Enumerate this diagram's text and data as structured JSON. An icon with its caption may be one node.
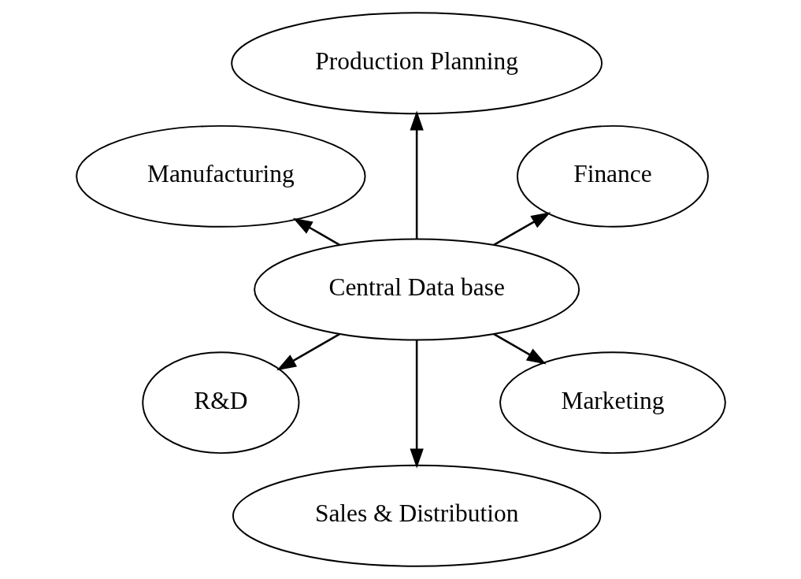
{
  "diagram": {
    "nodes": [
      {
        "text": [
          "Central Data base"
        ]
      },
      {
        "text": [
          "Finance"
        ]
      },
      {
        "text": [
          "Production Planning"
        ]
      },
      {
        "text": [
          "Manufacturing"
        ]
      },
      {
        "text": [
          "R&D"
        ]
      },
      {
        "text": [
          "Sales & Distribution"
        ]
      },
      {
        "text": [
          "Marketing"
        ]
      }
    ],
    "edges": [
      {
        "from": 0,
        "to": 1,
        "arrow": "to"
      },
      {
        "from": 0,
        "to": 2,
        "arrow": "to"
      },
      {
        "from": 0,
        "to": 3,
        "arrow": "to"
      },
      {
        "from": 0,
        "to": 4,
        "arrow": "to"
      },
      {
        "from": 0,
        "to": 5,
        "arrow": "to"
      },
      {
        "from": 0,
        "to": 6,
        "arrow": "to"
      }
    ]
  }
}
